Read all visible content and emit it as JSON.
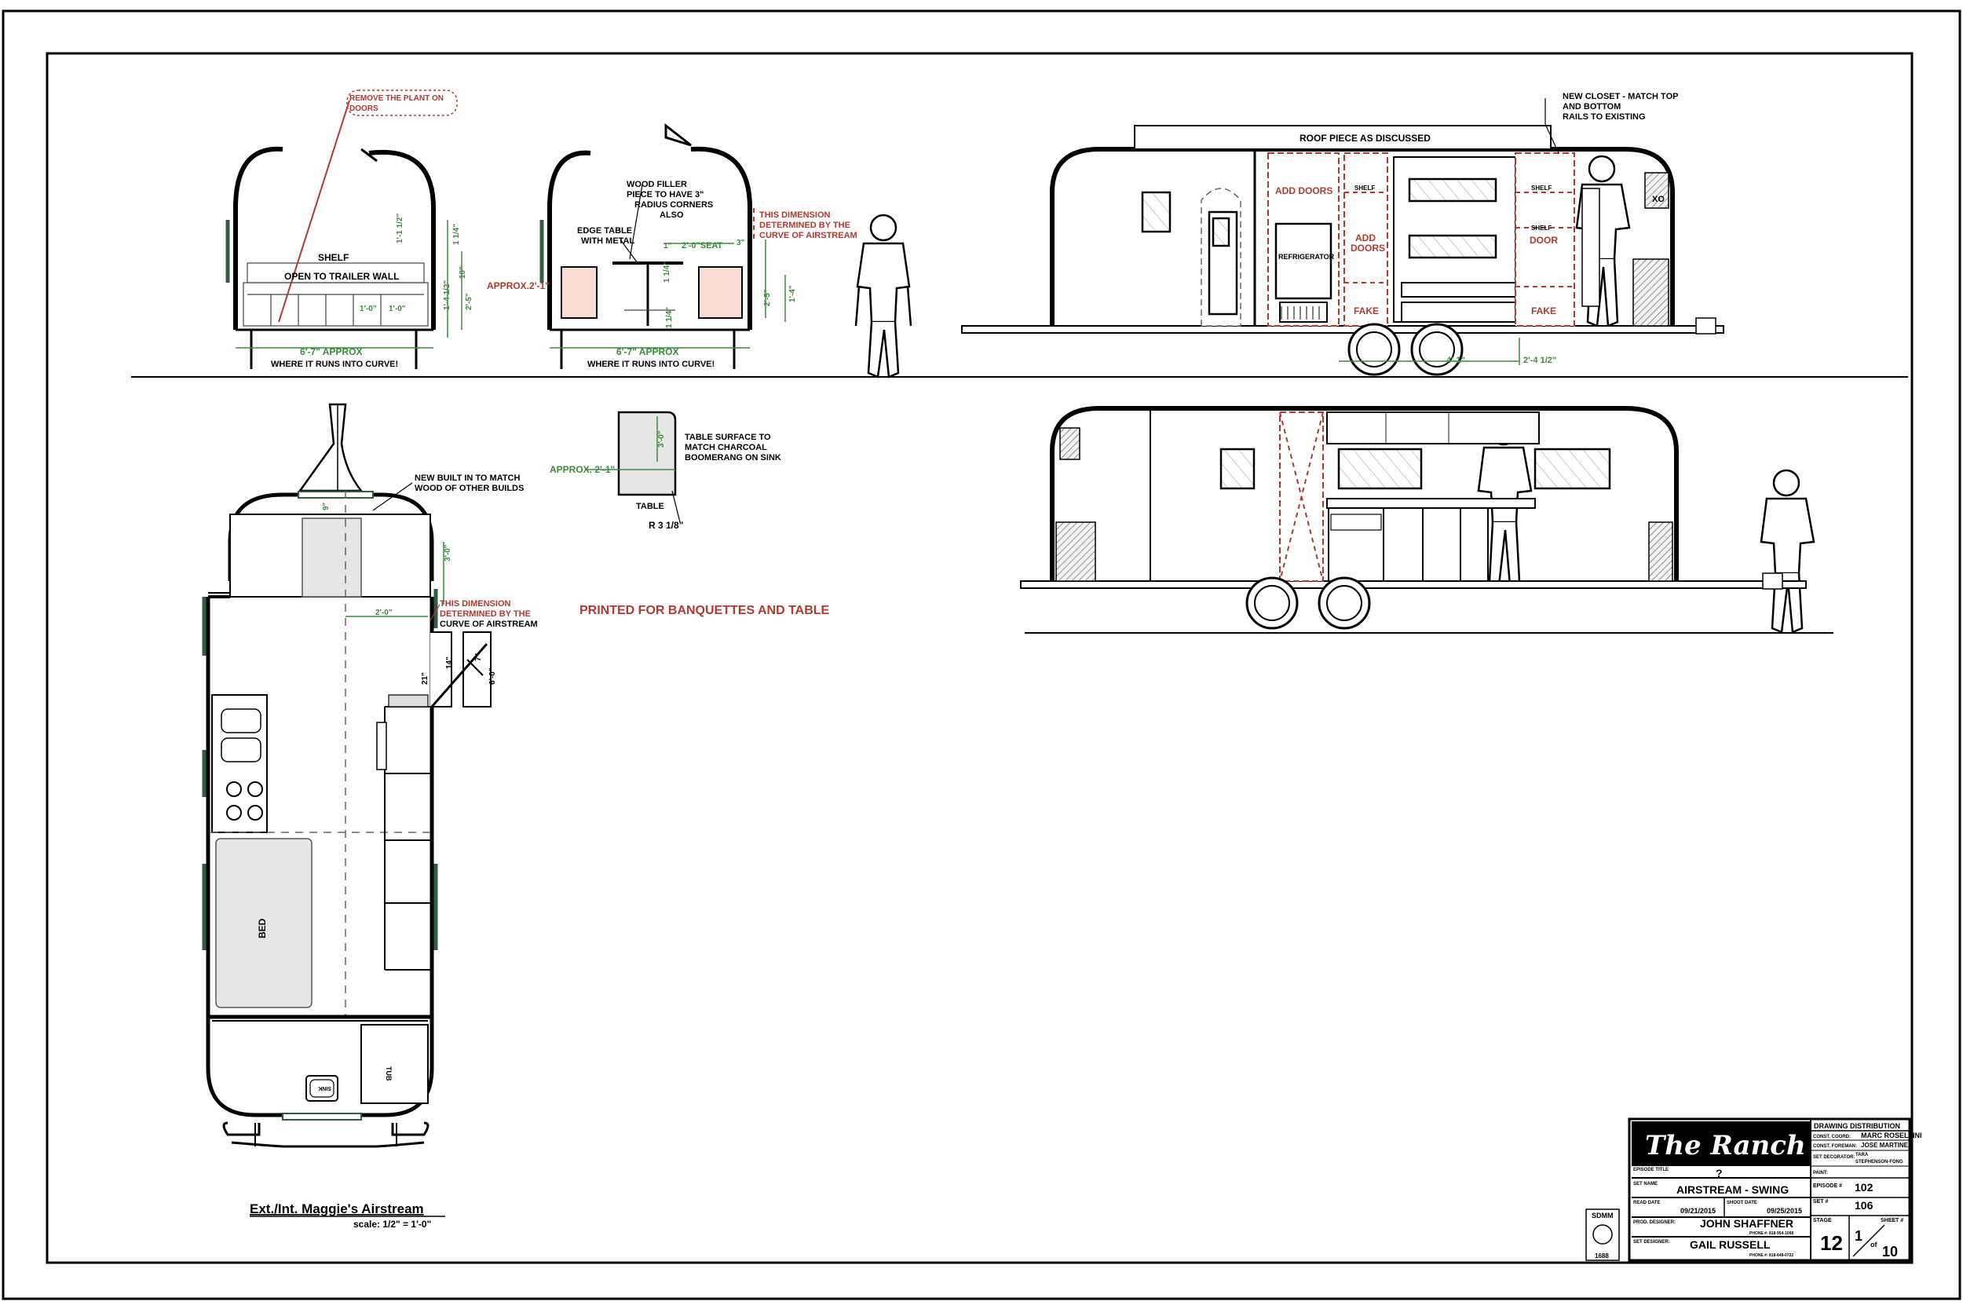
{
  "drawing": {
    "title": "Ext./Int. Maggie's Airstream",
    "scale": "scale:  1/2\" = 1'-0\""
  },
  "notes": {
    "remove_plant": [
      "REMOVE THE PLANT ON",
      "DOORS"
    ],
    "shelf": "SHELF",
    "open_wall": "OPEN TO TRAILER WALL",
    "approx_left": "APPROX.2'-1\"",
    "wood_filler": [
      "WOOD FILLER",
      "PIECE TO HAVE 3\"",
      "RADIUS CORNERS",
      "ALSO"
    ],
    "edge_table": [
      "EDGE TABLE",
      "WITH METAL"
    ],
    "seat_dim": "2'-0\"SEAT",
    "curve_note": [
      "THIS DIMENSION",
      "DETERMINED BY THE",
      "CURVE OF AIRSTREAM"
    ],
    "approx_67": "6'-7\" APPROX",
    "runs_into_curve": "WHERE IT RUNS INTO CURVE!",
    "roof_piece": "ROOF PIECE AS DISCUSSED",
    "new_closet": [
      "NEW CLOSET - MATCH TOP",
      "AND BOTTOM",
      "RAILS TO EXISTING"
    ],
    "add_doors": "ADD DOORS",
    "add_doors_2": [
      "ADD",
      "DOORS"
    ],
    "shelf_small": "SHELF",
    "door": "DOOR",
    "fake": "FAKE",
    "refrigerator": "REFRIGERATOR",
    "xo": "XO",
    "dim_41": "4'-1\"",
    "dim_2412": "2'-4 1/2\"",
    "new_built_in": [
      "NEW BUILT IN TO MATCH",
      "WOOD OF OTHER BUILDS"
    ],
    "table_surface": [
      "TABLE SURFACE TO",
      "MATCH CHARCOAL",
      "BOOMERANG ON SINK"
    ],
    "approx_21": "APPROX. 2'-1\"",
    "table": "TABLE",
    "radius": "R 3 1/8\"",
    "dim_30": "3'-0\"",
    "dim_20": "2'-0\"",
    "printed_for": "PRINTED FOR BANQUETTES AND TABLE",
    "bed": "BED",
    "sink": "SINK",
    "tub": "TUB",
    "dims_small": {
      "d1": "1'-1 1/2\"",
      "d2": "1 1/4\"",
      "d3": "2'-5\"",
      "d4": "1'-0\"",
      "d5": "1'-0\"",
      "d6": "10\"",
      "d7": "1 1/4\"",
      "d8": "1'-4\"",
      "d9": "1'-4 1/2\"",
      "d10": "1\"",
      "d11": "3\"",
      "d12": "1 1/4\"",
      "d13": "14\"",
      "d14": "21\"",
      "d15": "7\"",
      "d16": "6'-0\"",
      "d17": "9\""
    }
  },
  "title_block": {
    "show": "The Ranch",
    "distribution": "DRAWING  DISTRIBUTION",
    "const_coord_label": "CONST. COORD:",
    "const_coord": "MARC ROSELLINI",
    "const_foreman_label": "CONST. FOREMAN:",
    "const_foreman": "JOSE MARTINEZ",
    "set_decorator_label": "SET DECORATOR:",
    "set_decorator": [
      "TARA",
      "STEPHENSON-FONG"
    ],
    "paint_label": "PAINT:",
    "episode_title_label": "EPISODE TITLE",
    "episode_title": "?",
    "set_name_label": "SET NAME",
    "set_name": "AIRSTREAM - SWING",
    "episode_label": "EPISODE #",
    "episode": "102",
    "set_num_label": "SET #",
    "set_num": "106",
    "read_date_label": "READ DATE",
    "read_date": "09/21/2015",
    "shoot_date_label": "SHOOT DATE",
    "shoot_date": "09/25/2015",
    "prod_designer_label": "PROD. DESIGNER:",
    "prod_designer": "JOHN SHAFFNER",
    "prod_phone": "PHONE #: 818-954-1068",
    "set_designer_label": "SET DESIGNER:",
    "set_designer": "GAIL RUSSELL",
    "set_phone": "PHONE #: 818-648-0722",
    "stage_label": "STAGE",
    "stage": "12",
    "sheet_label": "SHEET #",
    "sheet": "1",
    "sheet_of": "of",
    "sheet_total": "10",
    "union": "SDMM",
    "union_num": "1688"
  }
}
